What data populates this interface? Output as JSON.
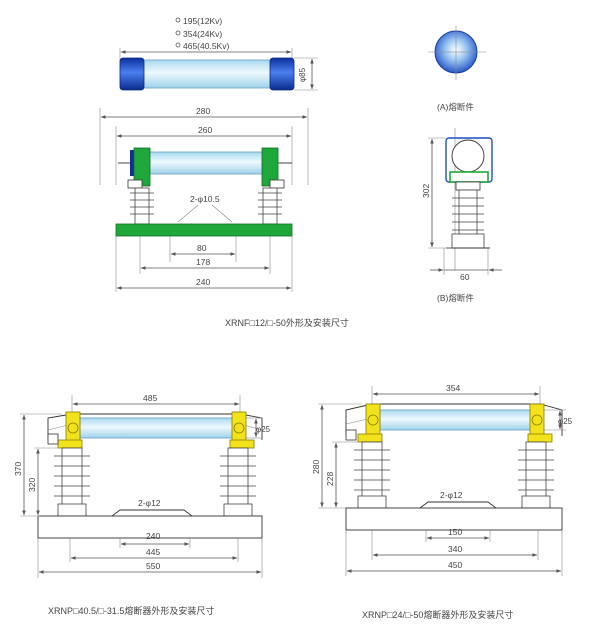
{
  "top_left": {
    "length_options": [
      "195(12Kv)",
      "354(24Kv)",
      "465(40.5Kv)"
    ],
    "tube_dia": "φ85",
    "dim_280": "280",
    "dim_260": "260",
    "holes": "2-φ10.5",
    "dim_80": "80",
    "dim_178": "178",
    "dim_240": "240",
    "caption": "XRNF□12/□-50外形及安装尺寸"
  },
  "top_right": {
    "label_a": "(A)熔断件",
    "label_b": "(B)熔断件",
    "dim_302": "302",
    "dim_60": "60"
  },
  "bottom_left": {
    "dim_485": "485",
    "dia": "φ25",
    "dim_370": "370",
    "dim_320": "320",
    "holes": "2-φ12",
    "dim_240": "240",
    "dim_445": "445",
    "dim_550": "550",
    "caption": "XRNP□40.5/□-31.5熔断器外形及安装尺寸"
  },
  "bottom_right": {
    "dim_354": "354",
    "dia": "φ25",
    "dim_280": "280",
    "dim_228": "228",
    "holes": "2-φ12",
    "dim_150": "150",
    "dim_340": "340",
    "dim_450": "450",
    "caption": "XRNP□24/□-50熔断器外形及安装尺寸"
  },
  "colors": {
    "insulator_green": "#1fa83a",
    "bracket_yellow": "#f2e21c",
    "tube_blue": "#d4eef8",
    "cap_blue": "#1f4fc4"
  }
}
